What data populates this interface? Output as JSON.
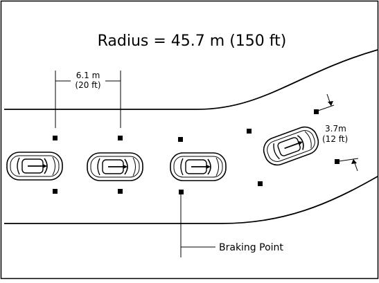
{
  "title": "Radius = 45.7 m (150 ft)",
  "spacing_label": {
    "metric": "6.1 m",
    "imperial": "(20 ft)"
  },
  "width_label": {
    "metric": "3.7m",
    "imperial": "(12 ft)"
  },
  "braking_label": "Braking Point",
  "colors": {
    "ink": "#000000",
    "background": "#ffffff"
  }
}
